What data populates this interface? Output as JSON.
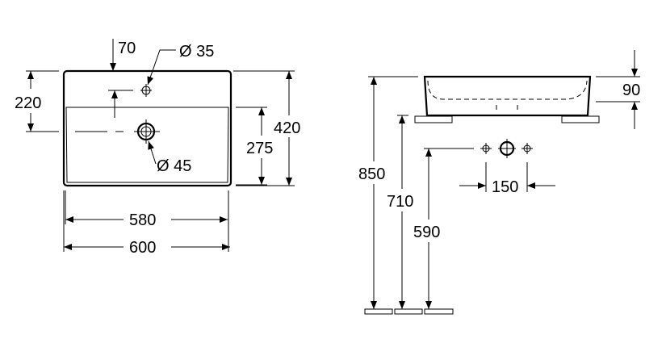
{
  "plan_view": {
    "dims": {
      "tap_offset": "70",
      "tap_hole": "Ø 35",
      "drain_from_back": "220",
      "drain_hole": "Ø 45",
      "basin_depth_inner": "275",
      "overall_depth": "420",
      "inner_width": "580",
      "overall_width": "600"
    }
  },
  "side_view": {
    "dims": {
      "basin_height": "90",
      "rim_height": "850",
      "counter_height": "710",
      "supply_height": "590",
      "supply_spacing": "150"
    }
  },
  "colors": {
    "line": "#000000",
    "background": "#ffffff"
  }
}
